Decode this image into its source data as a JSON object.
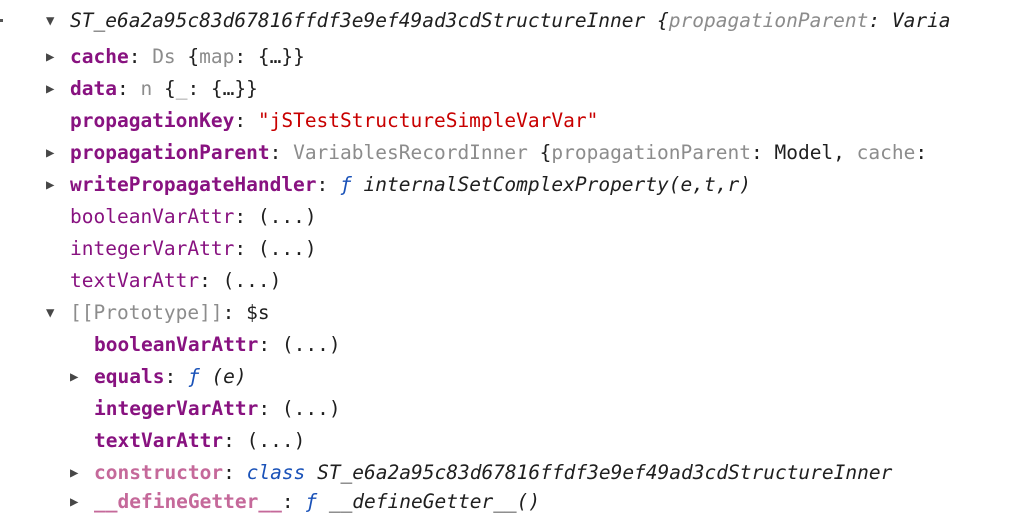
{
  "root": {
    "expanded": true,
    "class_name": "ST_e6a2a95c83d67816ffdf3e9ef49ad3cdStructureInner",
    "preview_open": "{",
    "preview_key": "propagationParent",
    "preview_sep": ": ",
    "preview_value": "Varia"
  },
  "properties": [
    {
      "key": "cache",
      "expandable": true,
      "type_name": "Ds",
      "preview_open": "{",
      "preview_key": "map",
      "preview_rest": ": {…}}"
    },
    {
      "key": "data",
      "expandable": true,
      "type_name": "n",
      "preview_open": "{",
      "preview_key": "_",
      "preview_rest": ": {…}}"
    },
    {
      "key": "propagationKey",
      "expandable": false,
      "string_value": "\"jSTestStructureSimpleVarVar\""
    },
    {
      "key": "propagationParent",
      "expandable": true,
      "type_name": "VariablesRecordInner",
      "preview_open": "{",
      "preview_key1": "propagationParent",
      "preview_value1": "Model",
      "preview_key2": "cache",
      "preview_sep": ": "
    },
    {
      "key": "writePropagateHandler",
      "expandable": true,
      "fn_marker": "ƒ",
      "fn_signature": "internalSetComplexProperty(e,t,r)"
    },
    {
      "key": "booleanVarAttr",
      "value": "(...)"
    },
    {
      "key": "integerVarAttr",
      "value": "(...)"
    },
    {
      "key": "textVarAttr",
      "value": "(...)"
    }
  ],
  "prototype": {
    "label": "[[Prototype]]",
    "expanded": true,
    "value": "$s",
    "items": [
      {
        "key": "booleanVarAttr",
        "value": "(...)"
      },
      {
        "key": "equals",
        "expandable": true,
        "fn_marker": "ƒ",
        "fn_signature": "(e)"
      },
      {
        "key": "integerVarAttr",
        "value": "(...)"
      },
      {
        "key": "textVarAttr",
        "value": "(...)"
      },
      {
        "key": "constructor",
        "expandable": true,
        "class_keyword": "class",
        "class_name": "ST_e6a2a95c83d67816ffdf3e9ef49ad3cdStructureInner"
      }
    ],
    "clipped_next_row": {
      "key": "__defineGetter__",
      "fn_marker": "ƒ",
      "fn_signature": "__defineGetter__()"
    }
  },
  "icons": {
    "expanded": "▼",
    "collapsed": "▶"
  },
  "colors": {
    "own_key": "#881280",
    "inherited_key": "#c5699a",
    "string": "#c80000",
    "function_marker": "#1a52b8",
    "dim": "#8c8c8c",
    "text": "#1f1f1f"
  }
}
